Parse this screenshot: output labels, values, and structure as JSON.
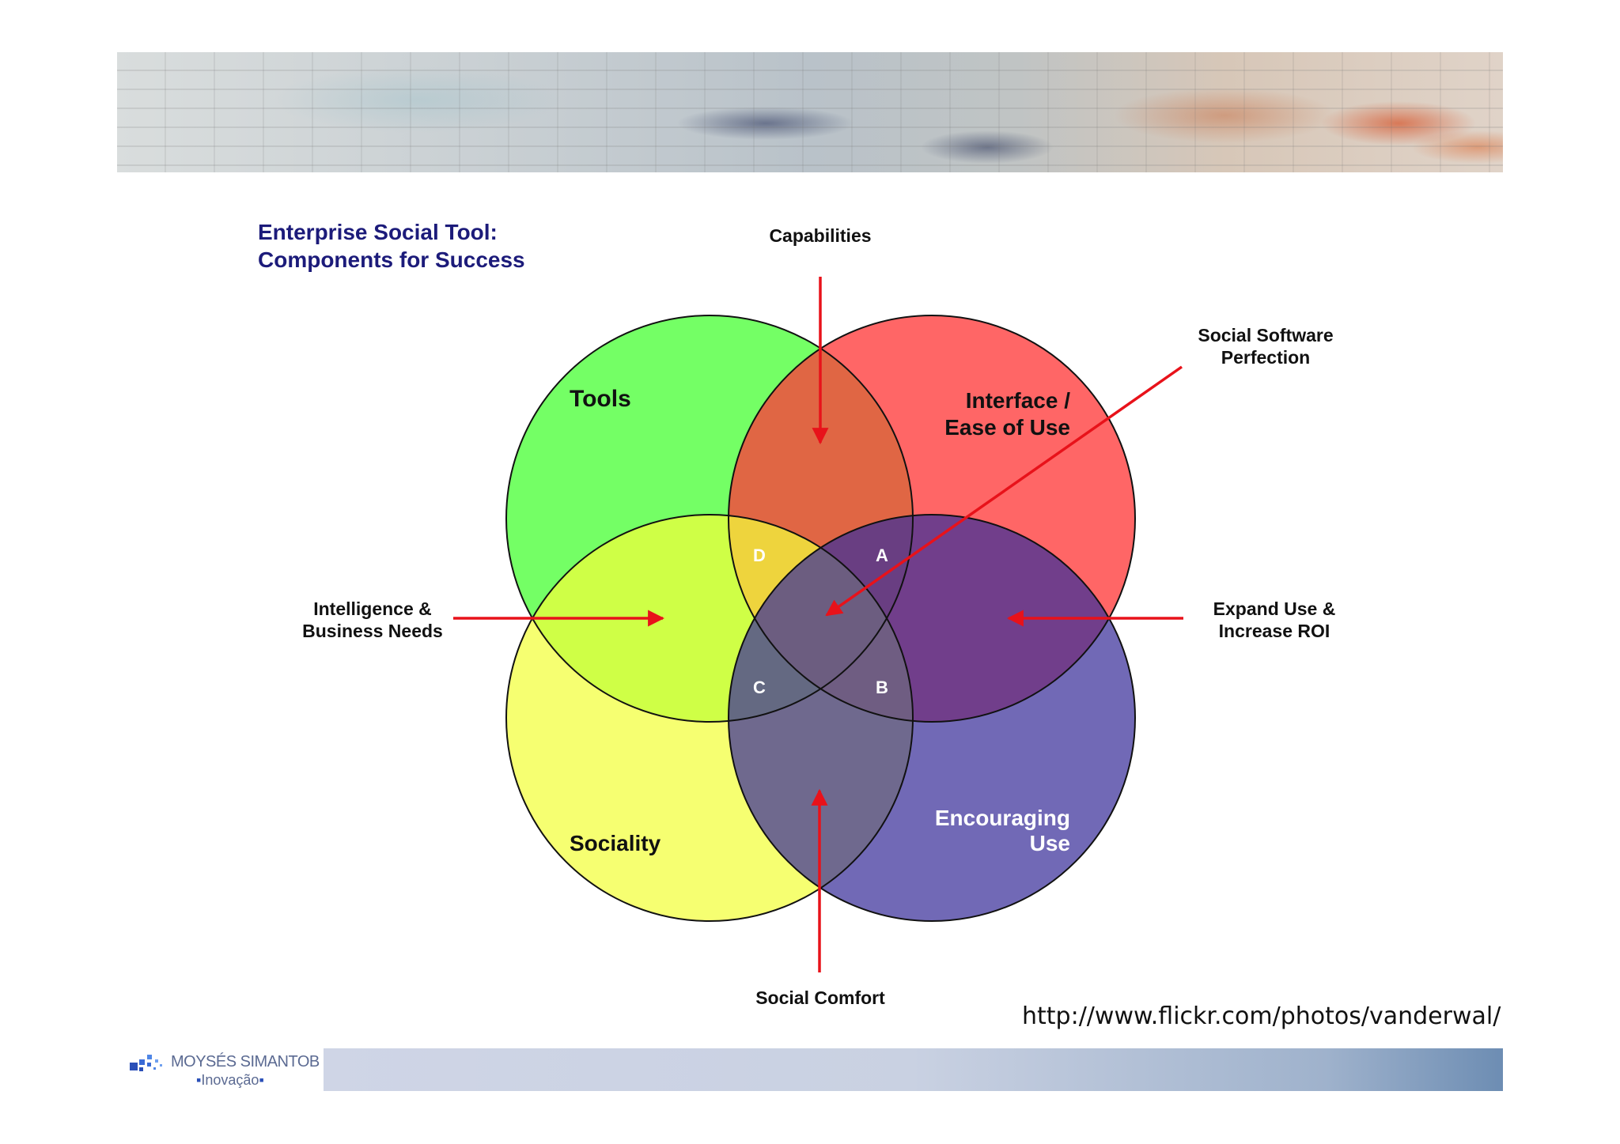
{
  "title": {
    "line1": "Enterprise Social Tool:",
    "line2": "Components for Success"
  },
  "circles": {
    "tools": {
      "label": "Tools",
      "color": "#5cff4a"
    },
    "interface": {
      "label_line1": "Interface /",
      "label_line2": "Ease of Use",
      "color": "#ff3b3b"
    },
    "sociality": {
      "label": "Sociality",
      "color": "#f6ff4a"
    },
    "encouraging": {
      "label_line1": "Encouraging",
      "label_line2": "Use",
      "color": "#3a2f9a"
    }
  },
  "regions": {
    "a": "A",
    "b": "B",
    "c": "C",
    "d": "D"
  },
  "callouts": {
    "capabilities": "Capabilities",
    "social_software_line1": "Social Software",
    "social_software_line2": "Perfection",
    "intelligence_line1": "Intelligence &",
    "intelligence_line2": "Business Needs",
    "expand_line1": "Expand Use &",
    "expand_line2": "Increase ROI",
    "social_comfort": "Social Comfort"
  },
  "colors": {
    "arrow": "#e8121a",
    "title": "#1c1b7a"
  },
  "source_url": "http://www.flickr.com/photos/vanderwal/",
  "logo": {
    "name": "MOYSÉS SIMANTOB",
    "tagline": "Inovação"
  }
}
